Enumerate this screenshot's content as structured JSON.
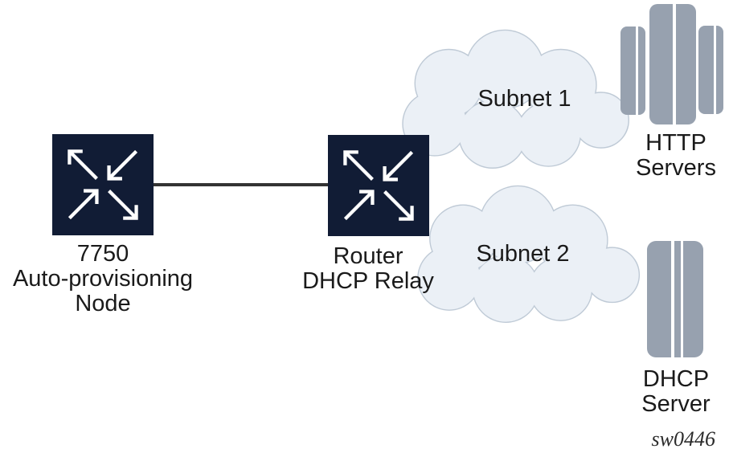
{
  "colors": {
    "node": "#111c35",
    "arrow": "#ffffff",
    "link": "#333333",
    "cloud_fill": "#ebf0f6",
    "cloud_stroke": "#bfcad6",
    "server": "#97a1af",
    "divider": "#ffffff",
    "text": "#1a1a1a",
    "caption": "#2b2b2b",
    "background": "#ffffff"
  },
  "nodes": {
    "auto_provisioning": {
      "label_line1": "7750",
      "label_line2": "Auto-provisioning",
      "label_line3": "Node"
    },
    "router": {
      "label_line1": "Router",
      "label_line2": "DHCP Relay"
    }
  },
  "clouds": {
    "subnet1": {
      "label": "Subnet 1"
    },
    "subnet2": {
      "label": "Subnet 2"
    }
  },
  "servers": {
    "http": {
      "label_line1": "HTTP",
      "label_line2": "Servers"
    },
    "dhcp": {
      "label_line1": "DHCP",
      "label_line2": "Server"
    }
  },
  "caption": "sw0446"
}
